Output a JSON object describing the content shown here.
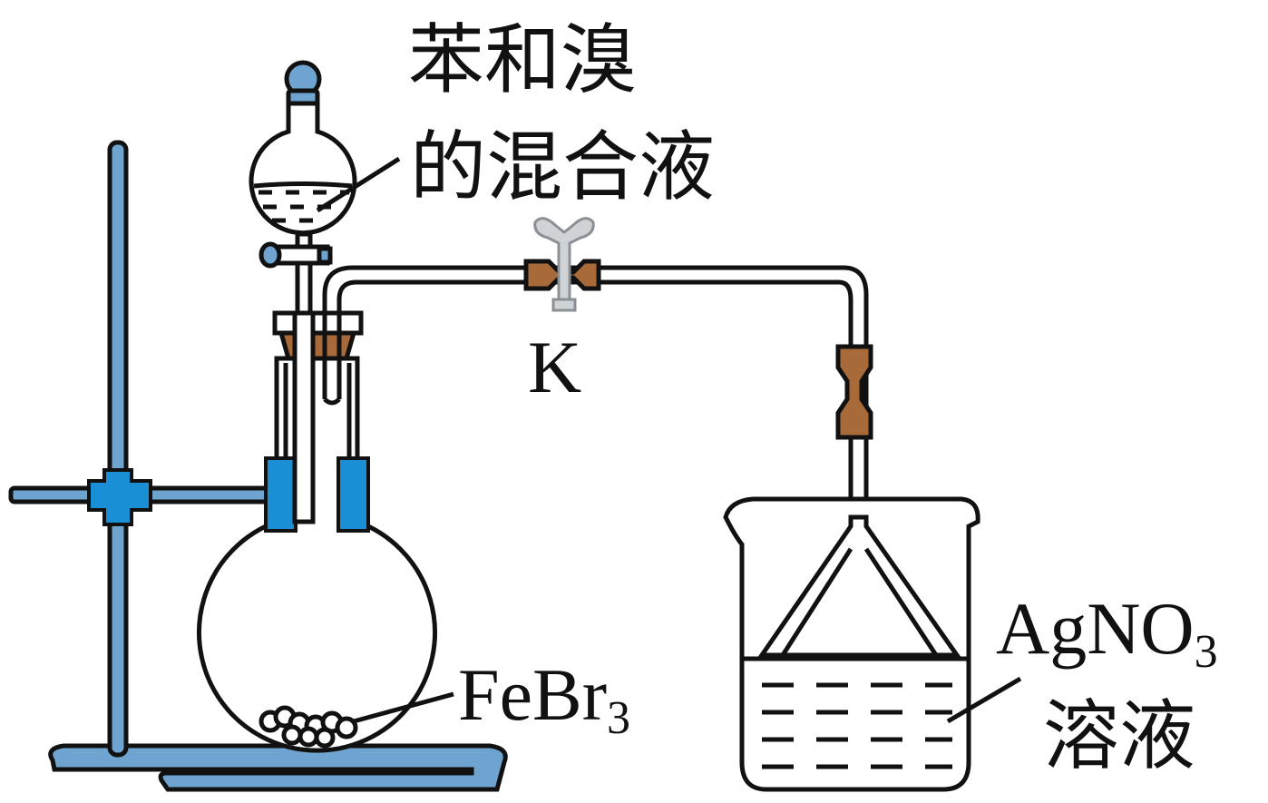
{
  "labels": {
    "funnel_line1": "苯和溴",
    "funnel_line2": "的混合液",
    "clamp_k": "K",
    "flask_content": "FeBr",
    "flask_content_sub": "3",
    "beaker_line1": "AgNO",
    "beaker_line1_sub": "3",
    "beaker_line2": "溶液"
  },
  "colors": {
    "stand": "#6ea4cf",
    "clamp": "#1a8fd6",
    "rubber": "#a96a3a",
    "pinch_clip": "#cfd3d6"
  }
}
